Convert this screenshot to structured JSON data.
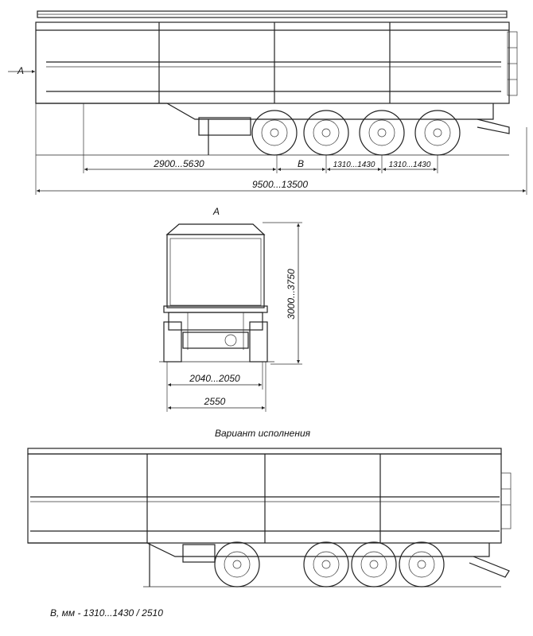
{
  "side_view": {
    "view_marker": "A",
    "dim_front_overhang": "2900...5630",
    "dim_b": "B",
    "dim_axle_1": "1310...1430",
    "dim_axle_2": "1310...1430",
    "dim_total_length": "9500...13500"
  },
  "rear_view": {
    "title": "A",
    "dim_height": "3000...3750",
    "dim_track": "2040...2050",
    "dim_width": "2550"
  },
  "variant": {
    "title": "Вариант исполнения",
    "caption": "B, мм - 1310...1430 / 2510"
  },
  "colors": {
    "line": "#222222",
    "background": "#ffffff"
  }
}
